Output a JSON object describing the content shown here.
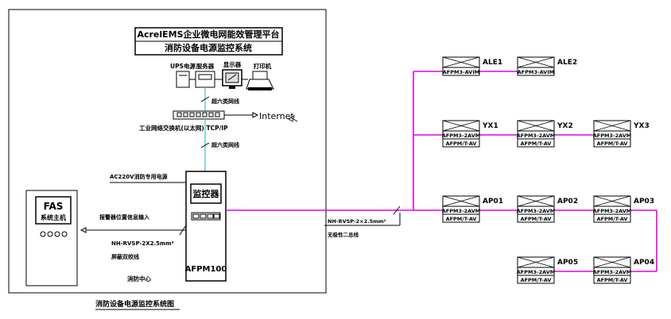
{
  "header": {
    "platform": "AcrelEMS企业微电网能效管理平台",
    "system": "消防设备电源监控系统"
  },
  "devices": {
    "ups": "UPS电源",
    "server": "服务器",
    "display": "显示器",
    "printer": "打印机"
  },
  "network": {
    "cable_top": "超六类网线",
    "internet": "Internet",
    "switch": "工业网络交换机(以太网) TCP/IP",
    "cable_bottom": "超六类网线"
  },
  "left": {
    "power": "AC220V消防专用电源",
    "fas_title": "FAS",
    "fas_sub": "系统主机",
    "signal": "报警器位置信息输入",
    "cable": "NH-RVSP-2X2.5mm²",
    "cable_desc": "屏蔽双绞线",
    "center": "消防中心"
  },
  "monitor": {
    "screen": "监控器",
    "model": "AFPM100"
  },
  "bus": {
    "cable": "NH-RVSP-2×2.5mm²",
    "desc": "无极性二总线"
  },
  "caption": "消防设备电源监控系统图",
  "modules": [
    {
      "tag": "ALE1",
      "top": "AFPM3-AVIM"
    },
    {
      "tag": "ALE2",
      "top": "AFPM3-AVIM"
    },
    {
      "tag": "YX1",
      "top": "AFPM3-2AVM",
      "bottom": "AFPM/T-AV"
    },
    {
      "tag": "YX2",
      "top": "AFPM3-2AVM",
      "bottom": "AFPM/T-AV"
    },
    {
      "tag": "YX3",
      "top": "AFPM3-2AVM",
      "bottom": "AFPM/T-AV"
    },
    {
      "tag": "AP01",
      "top": "AFPM3-2AVM",
      "bottom": "AFPM/T-AV"
    },
    {
      "tag": "AP02",
      "top": "AFPM3-2AVM",
      "bottom": "AFPM/T-AV"
    },
    {
      "tag": "AP03",
      "top": "AFPM3-2AVM",
      "bottom": "AFPM/T-AV"
    },
    {
      "tag": "AP05",
      "top": "AFPM3-2AVM",
      "bottom": "AFPM/T-AV"
    },
    {
      "tag": "AP04",
      "top": "AFPM3-2AVM",
      "bottom": "AFPM/T-AV"
    }
  ],
  "colors": {
    "bus": "#e600e6",
    "network": "#66cccc",
    "line": "#000000"
  }
}
